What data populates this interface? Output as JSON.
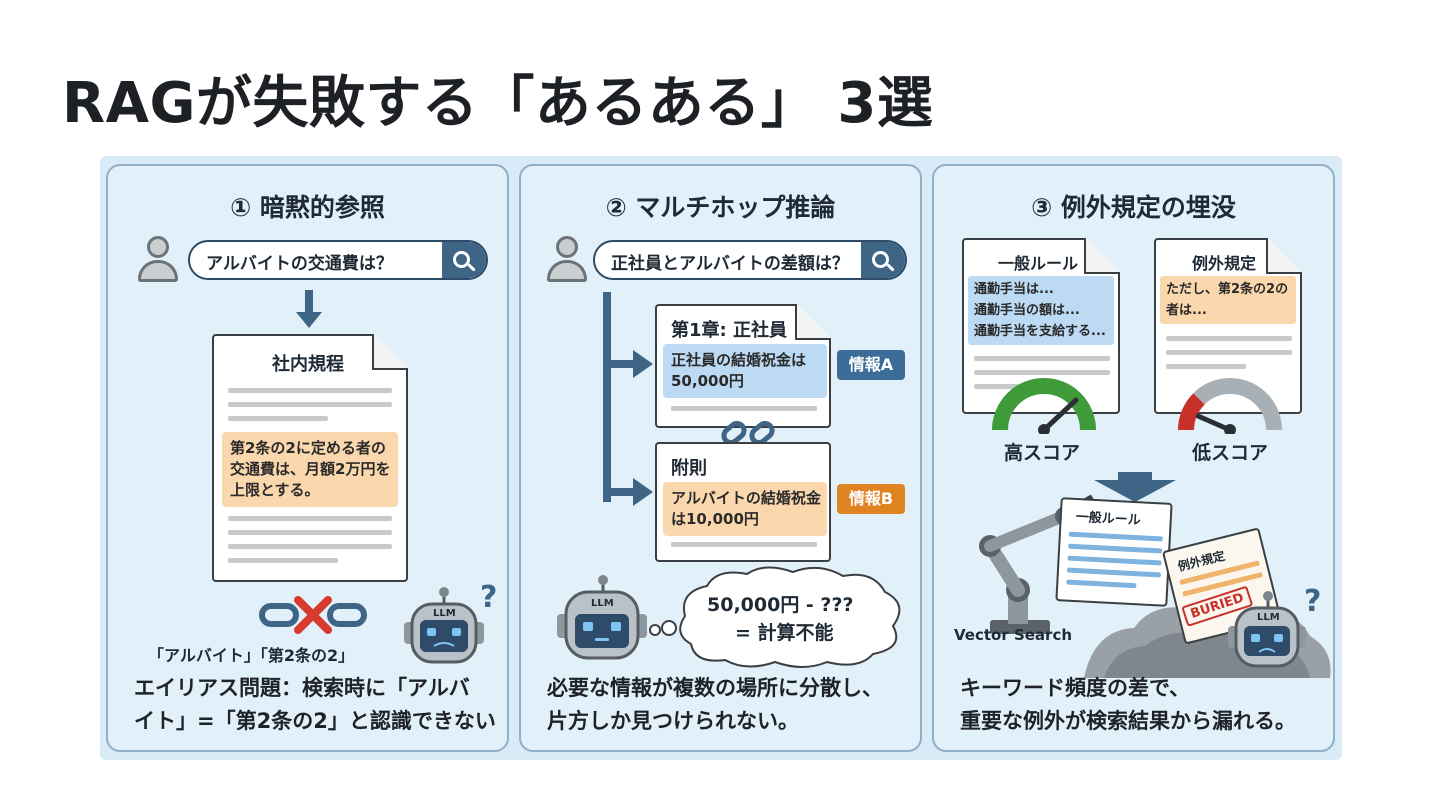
{
  "title": "RAGが失敗する「あるある」 3選",
  "panels": {
    "p1": {
      "heading": "① 暗黙的参照",
      "query": "アルバイトの交通費は？",
      "doc_title": "社内規程",
      "doc_highlight_lines": [
        "第2条の2に定める者の",
        "交通費は、月額2万円を",
        "上限とする。"
      ],
      "alias_label": "「アルバイト」「第2条の2」",
      "robot_label": "LLM",
      "question_mark": "?",
      "caption_lines": [
        "エイリアス問題：検索時に「アルバ",
        "イト」=「第2条の2」と認識できない"
      ]
    },
    "p2": {
      "heading": "② マルチホップ推論",
      "query": "正社員とアルバイトの差額は？",
      "doc1_title": "第1章: 正社員",
      "doc1_highlight_lines": [
        "正社員の結婚祝金は",
        "50,000円"
      ],
      "doc1_badge": "情報A",
      "doc2_title": "附則",
      "doc2_highlight_lines": [
        "アルバイトの結婚祝金",
        "は10,000円"
      ],
      "doc2_badge": "情報B",
      "robot_label": "LLM",
      "thought_lines": [
        "50,000円 - ???",
        "= 計算不能"
      ],
      "caption_lines": [
        "必要な情報が複数の場所に分散し、",
        "片方しか見つけられない。"
      ]
    },
    "p3": {
      "heading": "③ 例外規定の埋没",
      "rule_title": "一般ルール",
      "rule_lines": [
        "通勤手当は...",
        "通勤手当の額は...",
        "通勤手当を支給する..."
      ],
      "exception_title": "例外規定",
      "exception_lines": [
        "ただし、第2条の2の",
        "者は..."
      ],
      "high_score": "高スコア",
      "low_score": "低スコア",
      "claw_doc_title": "一般ルール",
      "buried_doc_title": "例外規定",
      "buried_stamp": "BURIED",
      "vector_label": "Vector Search",
      "robot_label": "LLM",
      "question_mark": "?",
      "caption_lines": [
        "キーワード頻度の差で、",
        "重要な例外が検索結果から漏れる。"
      ]
    }
  },
  "colors": {
    "navy": "#3e6486",
    "highlight_orange": "#fbd7ad",
    "highlight_blue": "#bcdaf3",
    "badge_blue": "#3c6d99",
    "badge_orange": "#e08422",
    "panel_bg": "#e2f0f9",
    "gauge_green": "#3f9a3a",
    "gauge_red": "#c8302a"
  },
  "icons": [
    "user-icon",
    "search-icon",
    "arrow-down-icon",
    "broken-link-icon",
    "cross-icon",
    "robot-icon",
    "thought-bubble-icon",
    "gauge-icon",
    "robot-arm-icon"
  ]
}
